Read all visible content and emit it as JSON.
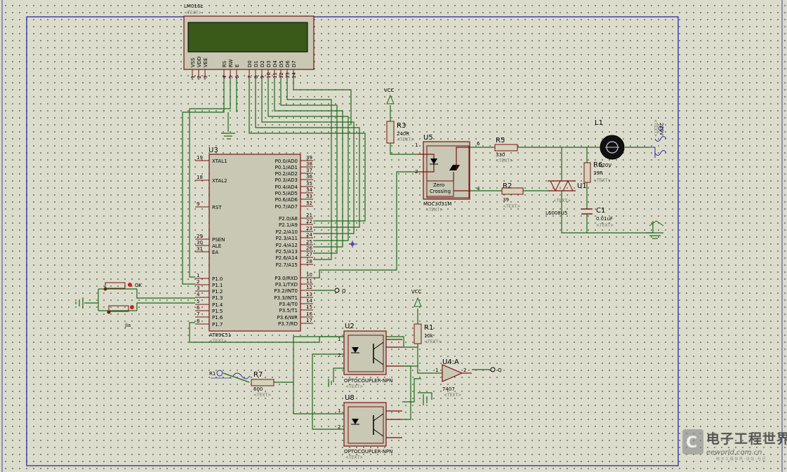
{
  "colors": {
    "background": "#dcdccc",
    "wire": "#1a6a1a",
    "component": "#7a1010",
    "chip_fill": "#c8c8b4",
    "lcd_screen": "#3a5a1a"
  },
  "text_marker": "<TEXT>",
  "lcd": {
    "title": "LM016L",
    "pins": [
      {
        "name": "VSS",
        "num": "1"
      },
      {
        "name": "VDD",
        "num": "2"
      },
      {
        "name": "VEE",
        "num": "3"
      },
      {
        "name": "RS",
        "num": "4"
      },
      {
        "name": "RW",
        "num": "5"
      },
      {
        "name": "E",
        "num": "6"
      },
      {
        "name": "D0",
        "num": "7"
      },
      {
        "name": "D1",
        "num": "8"
      },
      {
        "name": "D2",
        "num": "9"
      },
      {
        "name": "D3",
        "num": "10"
      },
      {
        "name": "D4",
        "num": "11"
      },
      {
        "name": "D5",
        "num": "12"
      },
      {
        "name": "D6",
        "num": "13"
      },
      {
        "name": "D7",
        "num": "14"
      }
    ]
  },
  "mcu": {
    "ref": "U3",
    "value": "AT89C51",
    "left_pins": [
      {
        "num": "19",
        "name": "XTAL1"
      },
      {
        "num": "18",
        "name": "XTAL2"
      },
      {
        "num": "9",
        "name": "RST"
      },
      {
        "num": "29",
        "name": "PSEN"
      },
      {
        "num": "30",
        "name": "ALE"
      },
      {
        "num": "31",
        "name": "EA"
      },
      {
        "num": "1",
        "name": "P1.0"
      },
      {
        "num": "2",
        "name": "P1.1"
      },
      {
        "num": "3",
        "name": "P1.2"
      },
      {
        "num": "4",
        "name": "P1.3"
      },
      {
        "num": "5",
        "name": "P1.4"
      },
      {
        "num": "6",
        "name": "P1.5"
      },
      {
        "num": "7",
        "name": "P1.6"
      },
      {
        "num": "8",
        "name": "P1.7"
      }
    ],
    "right_pins": [
      {
        "num": "39",
        "name": "P0.0/AD0"
      },
      {
        "num": "38",
        "name": "P0.1/AD1"
      },
      {
        "num": "37",
        "name": "P0.2/AD2"
      },
      {
        "num": "36",
        "name": "P0.3/AD3"
      },
      {
        "num": "35",
        "name": "P0.4/AD4"
      },
      {
        "num": "34",
        "name": "P0.5/AD5"
      },
      {
        "num": "33",
        "name": "P0.6/AD6"
      },
      {
        "num": "32",
        "name": "P0.7/AD7"
      },
      {
        "num": "21",
        "name": "P2.0/A8"
      },
      {
        "num": "22",
        "name": "P2.1/A9"
      },
      {
        "num": "23",
        "name": "P2.2/A10"
      },
      {
        "num": "24",
        "name": "P2.3/A11"
      },
      {
        "num": "25",
        "name": "P2.4/A12"
      },
      {
        "num": "26",
        "name": "P2.5/A13"
      },
      {
        "num": "27",
        "name": "P2.6/A14"
      },
      {
        "num": "28",
        "name": "P2.7/A15"
      },
      {
        "num": "10",
        "name": "P3.0/RXD"
      },
      {
        "num": "11",
        "name": "P3.1/TXD"
      },
      {
        "num": "12",
        "name": "P3.2/INT0"
      },
      {
        "num": "13",
        "name": "P3.3/INT1"
      },
      {
        "num": "14",
        "name": "P3.4/T0"
      },
      {
        "num": "15",
        "name": "P3.5/T1"
      },
      {
        "num": "16",
        "name": "P3.6/WR"
      },
      {
        "num": "17",
        "name": "P3.7/RD"
      }
    ]
  },
  "buttons": {
    "ok_label": "OK",
    "jia_label": "jia"
  },
  "power": {
    "vcc_top": "VCC",
    "vcc_bottom": "VCC"
  },
  "r3": {
    "ref": "R3",
    "value": "240R"
  },
  "u5": {
    "ref": "U5",
    "value": "MOC3031M",
    "pin1": "1",
    "pin2": "2",
    "pin6": "6",
    "pin4": "4",
    "zc_line1": "Zero",
    "zc_line2": "Crossing"
  },
  "r5": {
    "ref": "R5",
    "value": "330"
  },
  "r2": {
    "ref": "R2",
    "value": "39"
  },
  "triac": {
    "ref": "U1",
    "value": "L6008U5"
  },
  "r6": {
    "ref": "R6",
    "value": "39R",
    "overlap": "220V"
  },
  "c1": {
    "ref": "C1",
    "value": "0.01uF"
  },
  "lamp": {
    "ref": "L1"
  },
  "ac_source": {
    "label": "220V"
  },
  "r1": {
    "ref": "R1",
    "value": "10k"
  },
  "u2": {
    "ref": "U2",
    "value": "OPTOCOUPLER-NPN"
  },
  "u8": {
    "ref": "U8",
    "value": "OPTOCOUPLER-NPN"
  },
  "u4": {
    "ref": "U4:A",
    "value": "7407",
    "pin1": "1",
    "pin2": "2"
  },
  "r7": {
    "ref": "R7",
    "value": "600"
  },
  "probe_in": {
    "label": "R1"
  },
  "output_q1": {
    "label": "Q"
  },
  "output_q2": {
    "label": "Q"
  },
  "watermark": {
    "cn": "电子工程世界",
    "en": "eeworld.com.cn",
    "sub": "电 子 工 程 世 界 · 论 坛 · 社 区"
  }
}
